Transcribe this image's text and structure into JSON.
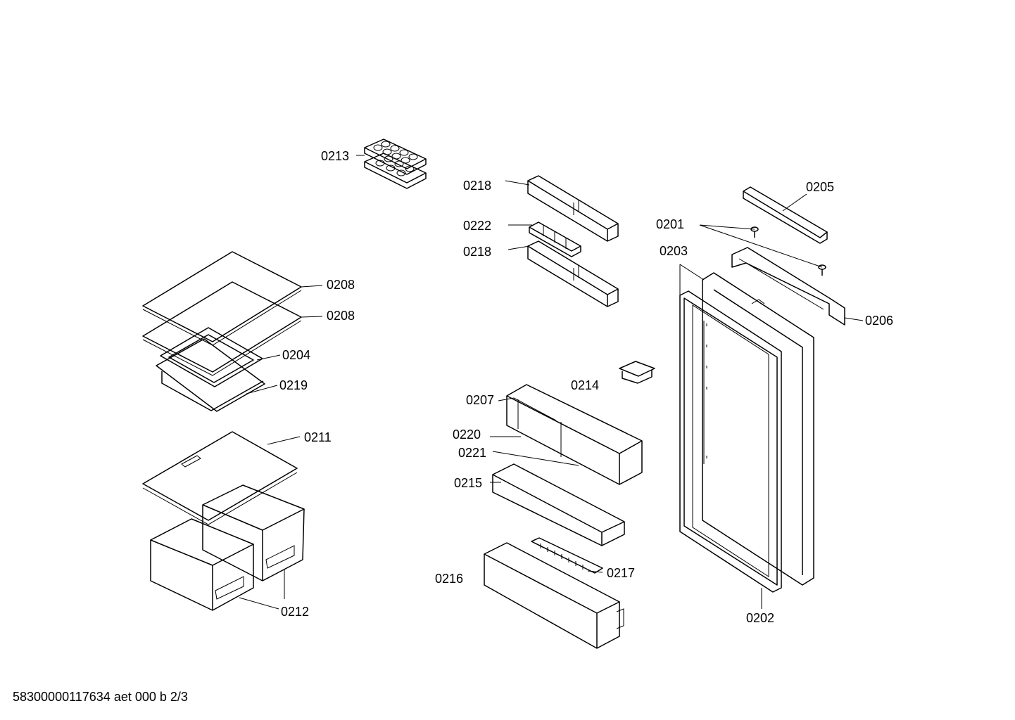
{
  "labels": {
    "l0213": "0213",
    "l0218a": "0218",
    "l0222": "0222",
    "l0218b": "0218",
    "l0208a": "0208",
    "l0208b": "0208",
    "l0204": "0204",
    "l0219": "0219",
    "l0211": "0211",
    "l0212": "0212",
    "l0207": "0207",
    "l0214": "0214",
    "l0220": "0220",
    "l0221": "0221",
    "l0215": "0215",
    "l0216": "0216",
    "l0217": "0217",
    "l0205": "0205",
    "l0201": "0201",
    "l0203": "0203",
    "l0206": "0206",
    "l0202": "0202"
  },
  "footer": "58300000117634 aet 000 b 2/3"
}
